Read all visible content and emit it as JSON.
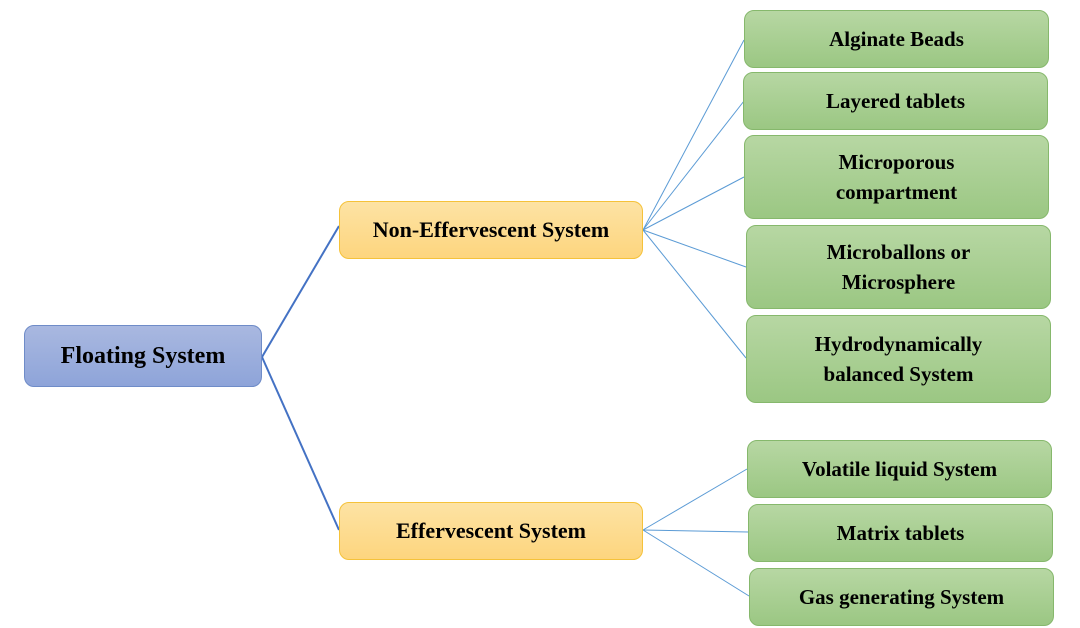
{
  "diagram": {
    "root": {
      "label": "Floating System"
    },
    "branches": [
      {
        "label": "Non-Effervescent System",
        "children": [
          "Alginate Beads",
          "Layered tablets",
          "Microporous\ncompartment",
          "Microballons or\nMicrosphere",
          "Hydrodynamically\nbalanced System"
        ]
      },
      {
        "label": "Effervescent System",
        "children": [
          "Volatile liquid System",
          "Matrix tablets",
          "Gas generating System"
        ]
      }
    ],
    "colors": {
      "root_fill": "#8ea4d9",
      "branch_fill": "#fdd57e",
      "leaf_fill": "#9bc783",
      "root_link": "#4472c4",
      "leaf_link": "#5b9bd5"
    }
  }
}
